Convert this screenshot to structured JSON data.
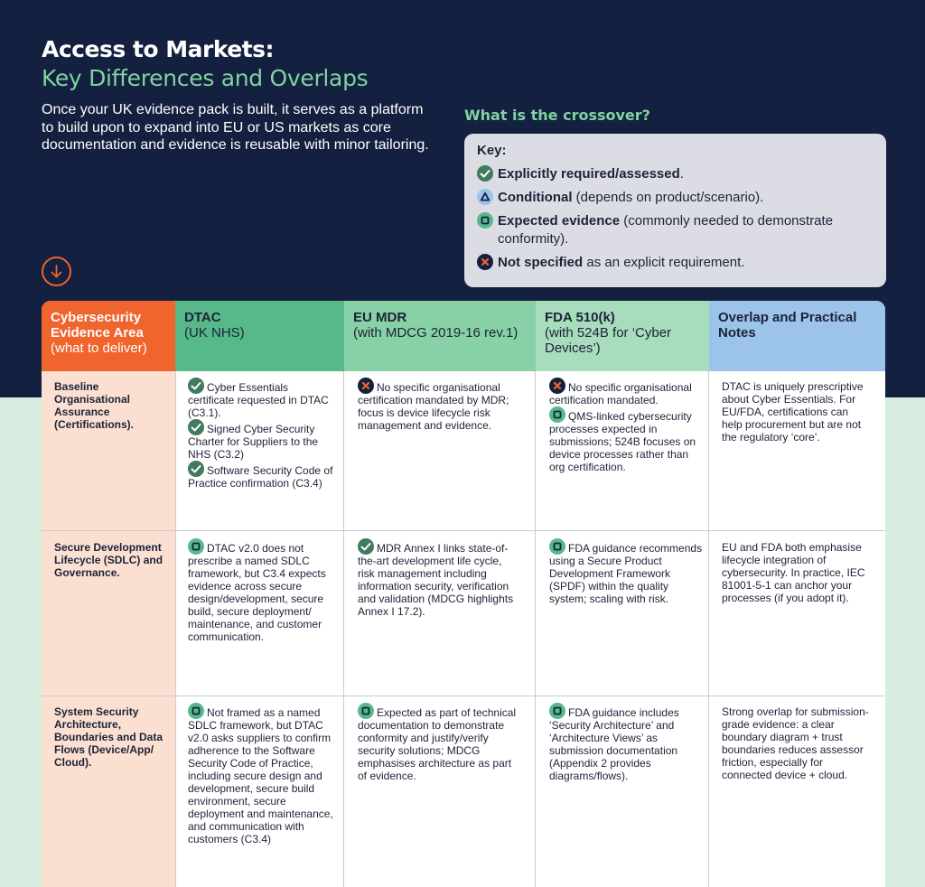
{
  "header": {
    "title": "Access to Markets:",
    "subtitle": "Key Differences and Overlaps",
    "intro": "Once your UK evidence pack is built, it serves as a platform to build upon to expand into EU or US markets as core documentation and evidence  is reusable with minor tailoring."
  },
  "key": {
    "heading": "What is the crossover?",
    "title": "Key:",
    "items": [
      {
        "icon": "check-icon",
        "bold": "Explicitly required/assessed",
        "rest": "."
      },
      {
        "icon": "conditional-icon",
        "bold": "Conditional",
        "rest": " (depends on product/scenario)."
      },
      {
        "icon": "expected-icon",
        "bold": "Expected evidence",
        "rest": " (commonly needed to demonstrate conformity)."
      },
      {
        "icon": "cross-icon",
        "bold": "Not specified",
        "rest": " as an explicit requirement."
      }
    ]
  },
  "colors": {
    "navy": "#13203f",
    "orange": "#f0642d",
    "green_dark": "#3f7b5c",
    "green": "#57b98a",
    "green_light": "#88d0a5",
    "green_pale": "#a7dcbc",
    "blue": "#9cc3ea",
    "peach": "#fbe0d1",
    "mint_bg": "#d8ece0"
  },
  "table": {
    "headers": [
      {
        "bold": "Cybersecurity Evidence Area",
        "normal": "(what to deliver)"
      },
      {
        "bold": "DTAC",
        "normal": "(UK NHS)"
      },
      {
        "bold": "EU MDR",
        "normal": "(with MDCG 2019-16 rev.1)"
      },
      {
        "bold": "FDA 510(k)",
        "normal": "(with 524B for ‘Cyber Devices’)"
      },
      {
        "bold": "Overlap and Practical Notes",
        "normal": ""
      }
    ],
    "rows": [
      {
        "area": "Baseline Organisational Assurance (Certifications).",
        "dtac": [
          {
            "icon": "check-icon",
            "text": "Cyber Essentials certificate requested in DTAC (C3.1)."
          },
          {
            "icon": "check-icon",
            "text": "Signed Cyber Security Charter for Suppliers to the NHS (C3.2)"
          },
          {
            "icon": "check-icon",
            "text": "Software Security Code of Practice confirmation (C3.4)"
          }
        ],
        "mdr": [
          {
            "icon": "cross-icon",
            "text": "No specific organisational certification mandated by MDR; focus is device lifecycle risk management and evidence."
          }
        ],
        "fda": [
          {
            "icon": "cross-icon",
            "text": "No specific organisational certification mandated."
          },
          {
            "icon": "expected-icon",
            "text": "QMS-linked cybersecurity processes expected in submissions; 524B focuses on device processes rather than org certification."
          }
        ],
        "notes": "DTAC is uniquely prescriptive about Cyber Essentials. For EU/FDA, certifications can help procurement but are not the regulatory ‘core’."
      },
      {
        "area": "Secure Development Lifecycle (SDLC) and Governance.",
        "dtac": [
          {
            "icon": "expected-icon",
            "text": "DTAC v2.0 does not prescribe a named SDLC framework, but C3.4 expects evidence across secure design/development, secure build, secure deployment/ maintenance, and customer communication."
          }
        ],
        "mdr": [
          {
            "icon": "check-icon",
            "text": "MDR Annex I links state-of-the-art development life cycle, risk management including information security, verification and validation (MDCG highlights Annex I 17.2)."
          }
        ],
        "fda": [
          {
            "icon": "expected-icon",
            "text": "FDA guidance recommends using a Secure Product Development Framework (SPDF) within the quality system; scaling with risk."
          }
        ],
        "notes": "EU and FDA both emphasise lifecycle integration of cybersecurity. In practice, IEC 81001-5-1 can anchor your processes (if you adopt it)."
      },
      {
        "area": "System Security Architecture, Boundaries and Data Flows (Device/App/ Cloud).",
        "dtac": [
          {
            "icon": "expected-icon",
            "text": "Not framed as a named SDLC framework, but DTAC v2.0 asks suppliers to confirm adherence to the Software Security Code of Practice, including secure design and development, secure build environment, secure deployment and maintenance, and communication with customers (C3.4)"
          }
        ],
        "mdr": [
          {
            "icon": "expected-icon",
            "text": "Expected as part of technical documentation to demonstrate conformity and justify/verify security solutions; MDCG emphasises architecture as part of evidence."
          }
        ],
        "fda": [
          {
            "icon": "expected-icon",
            "text": "FDA guidance includes ‘Security Architecture’ and ‘Architecture Views’ as submission documentation (Appendix 2 provides diagrams/flows)."
          }
        ],
        "notes": "Strong overlap for submission-grade evidence: a clear boundary diagram + trust boundaries reduces assessor friction, especially for connected device + cloud."
      }
    ]
  }
}
